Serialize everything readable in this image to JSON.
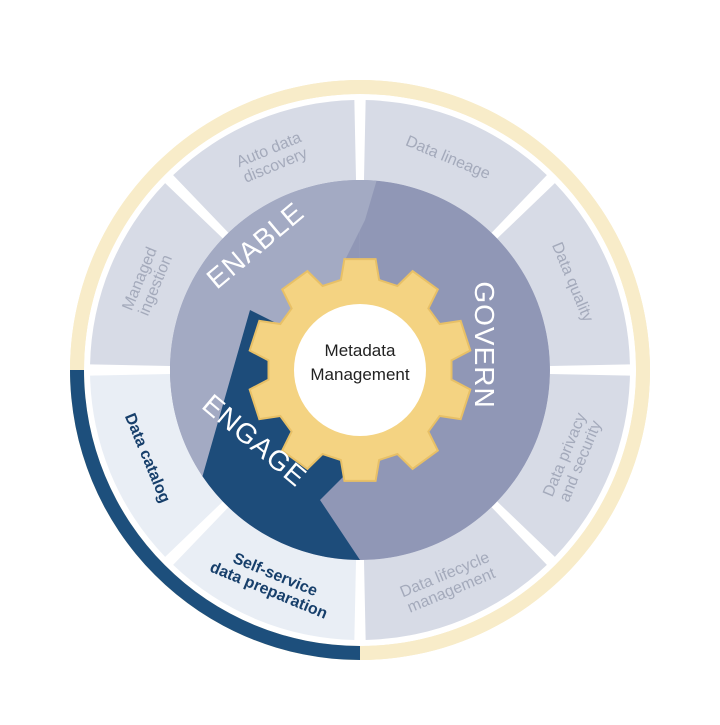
{
  "center": {
    "lines": [
      "Metadata",
      "Management"
    ],
    "icon": "gear-icon"
  },
  "phases": [
    {
      "key": "enable",
      "label": "ENABLE"
    },
    {
      "key": "govern",
      "label": "GOVERN"
    },
    {
      "key": "engage",
      "label": "ENGAGE"
    }
  ],
  "segments": [
    {
      "key": "auto-data-discovery",
      "lines": [
        "Auto data",
        "discovery"
      ],
      "active": false
    },
    {
      "key": "data-lineage",
      "lines": [
        "Data lineage"
      ],
      "active": false
    },
    {
      "key": "data-quality",
      "lines": [
        "Data quality"
      ],
      "active": false
    },
    {
      "key": "data-privacy-and-security",
      "lines": [
        "Data privacy",
        "and security"
      ],
      "active": false
    },
    {
      "key": "data-lifecycle-management",
      "lines": [
        "Data lifecycle",
        "management"
      ],
      "active": false
    },
    {
      "key": "self-service-data-preparation",
      "lines": [
        "Self-service",
        "data preparation"
      ],
      "active": true
    },
    {
      "key": "data-catalog",
      "lines": [
        "Data catalog"
      ],
      "active": true
    },
    {
      "key": "managed-ingestion",
      "lines": [
        "Managed",
        "ingestion"
      ],
      "active": false
    }
  ],
  "colors": {
    "outer_ring_light": "#f8ecc9",
    "outer_ring_dark": "#1d4f7c",
    "segment_inactive": "#d7dbe6",
    "segment_active": "#e9eef5",
    "segment_text_inactive": "#a4aabb",
    "segment_text_active": "#173f6b",
    "enable_fill": "#a3aac3",
    "govern_fill": "#9097b6",
    "engage_fill": "#1d4c7a",
    "phase_text": "#ffffff",
    "gear_fill": "#f4d382",
    "gear_stroke": "#e8c066",
    "center_fill": "#ffffff",
    "center_text": "#222222",
    "divider": "#ffffff"
  }
}
